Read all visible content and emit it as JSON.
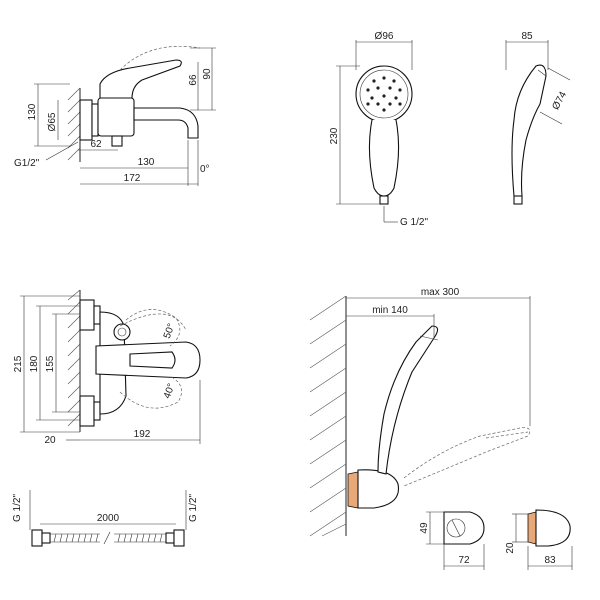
{
  "dims": {
    "front_height_total": "130",
    "front_height_66": "66",
    "front_height_90": "90",
    "front_dia_65": "Ø65",
    "front_thread": "G1/2\"",
    "front_62": "62",
    "front_130": "130",
    "front_172": "172",
    "front_angle": "0°",
    "head_dia_96": "Ø96",
    "head_length_230": "230",
    "head_thread": "G 1/2\"",
    "side_85": "85",
    "side_dia_74": "Ø74",
    "top_215": "215",
    "top_180": "180",
    "top_155": "155",
    "top_20": "20",
    "top_192": "192",
    "top_angle_50": "50°",
    "top_angle_40": "40°",
    "hose_thread_left": "G 1/2\"",
    "hose_thread_right": "G 1/2\"",
    "hose_length": "2000",
    "wall_max": "max 300",
    "wall_min": "min 140",
    "holder_h_49": "49",
    "holder_w_72": "72",
    "holder_w_83": "83",
    "holder_h_20": "20"
  }
}
